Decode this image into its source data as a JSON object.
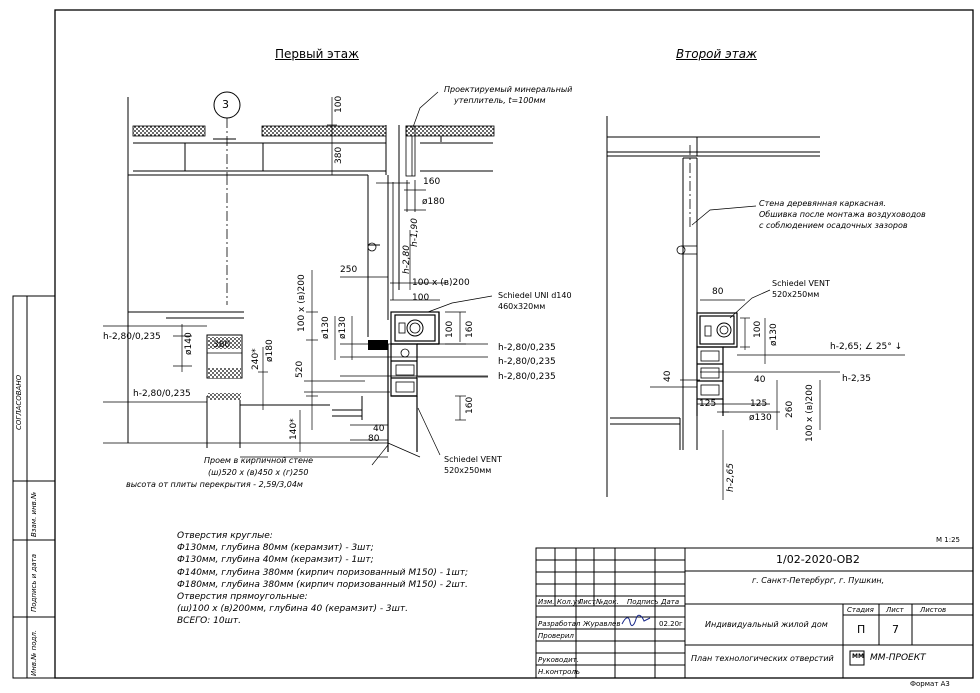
{
  "titles": {
    "first_floor": "Первый этаж",
    "second_floor": "Второй этаж"
  },
  "first_floor": {
    "axis_marker": "3",
    "note_insulation": [
      "Проектируемый минеральный",
      "утеплитель, t=100мм"
    ],
    "label_schiedel_uni": [
      "Schiedel UNI d140",
      "460x320мм"
    ],
    "label_schiedel_vent": [
      "Schiedel VENT",
      "520x250мм"
    ],
    "note_opening": [
      "Проем в кирпичной стене",
      "(ш)520 x (в)450 x (г)250",
      "высота от плиты перекрытия - 2,59/3,04м"
    ],
    "dims": {
      "d100_top": "100",
      "d380": "380",
      "d160": "160",
      "phi180": "ø180",
      "h190": "h-1,90",
      "h280": "h-2,80",
      "d250": "250",
      "d100x200_h": "100 x (в)200",
      "d100": "100",
      "d100x200_v": "100 x (в)200",
      "phi130a": "ø130",
      "phi130b": "ø130",
      "d100_v": "100",
      "d160_v": "160",
      "d520": "520",
      "d160_v2": "160",
      "phi140": "ø140",
      "phi180_v": "ø180",
      "d380_h": "380",
      "d240": "240*",
      "d140": "140*",
      "d40": "40",
      "d80": "80",
      "h280_235_left1": "h-2,80/0,235",
      "h280_235_left2": "h-2,80/0,235",
      "h280_235_r1": "h-2,80/0,235",
      "h280_235_r2": "h-2,80/0,235",
      "h280_235_r3": "h-2,80/0,235"
    }
  },
  "second_floor": {
    "note_wall": [
      "Стена деревянная каркасная.",
      "Обшивка после монтажа воздуховодов",
      "с соблюдением осадочных зазоров"
    ],
    "label_schiedel_vent": [
      "Schiedel VENT",
      "520x250мм"
    ],
    "dims": {
      "d80": "80",
      "d100": "100",
      "phi130": "ø130",
      "h265_25": "h-2,65; ∠ 25° ↓",
      "h235": "h-2,35",
      "d40_a": "40",
      "d40_b": "40",
      "d125_a": "125",
      "d125_b": "125",
      "phi130_b": "ø130",
      "d260": "260",
      "d100x200": "100 x (в)200",
      "h265": "h-2,65"
    }
  },
  "openings_notes": [
    "Отверстия круглые:",
    "Ф130мм, глубина 80мм (керамзит) - 3шт;",
    "Ф130мм, глубина 40мм (керамзит) - 1шт;",
    "Ф140мм, глубина 380мм (кирпич поризованный М150) - 1шт;",
    "Ф180мм, глубина 380мм (кирпич поризованный М150) - 2шт.",
    "Отверстия прямоугольные:",
    "(ш)100 x (в)200мм, глубина 40 (керамзит) - 3шт.",
    "ВСЕГО: 10шт."
  ],
  "scale": "М 1:25",
  "format": "Формат А3",
  "side_stamp": [
    "Инв.№ подл.",
    "Подпись и дата",
    "Взам. инв.№",
    "СОГЛАСОВАНО"
  ],
  "stamp": {
    "code": "1/02-2020-ОВ2",
    "location": "г. Санкт-Петербург, г. Пушкин,",
    "headers": [
      "Изм.",
      "Кол.уч",
      "Лист",
      "№док.",
      "Подпись",
      "Дата"
    ],
    "roles": [
      "Разработал",
      "Проверил",
      "",
      "Руководит.",
      "Н.контроль"
    ],
    "developer": "Журавлев",
    "date": "02.20г",
    "object": "Индивидуальный жилой дом",
    "stage_label": "Стадия",
    "sheet_label": "Лист",
    "sheets_label": "Листов",
    "stage": "П",
    "sheet": "7",
    "sheets": "",
    "drawing": "План технологических отверстий",
    "company": "ММ-ПРОЕКТ",
    "company_logo": "ММ"
  }
}
